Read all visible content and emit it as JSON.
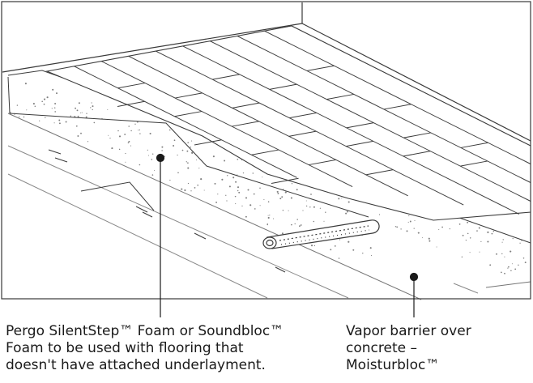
{
  "callouts": {
    "underlayment": {
      "lines": [
        "Pergo SilentStep™ Foam or Soundbloc™",
        "Foam to be used with flooring that",
        "doesn't have attached underlayment."
      ]
    },
    "vapor_barrier": {
      "lines": [
        "Vapor barrier over",
        "concrete –",
        "Moisturbloc™"
      ]
    }
  },
  "colors": {
    "ink": "#3a3a3a",
    "paper": "#ffffff",
    "stipple": "#555555"
  }
}
